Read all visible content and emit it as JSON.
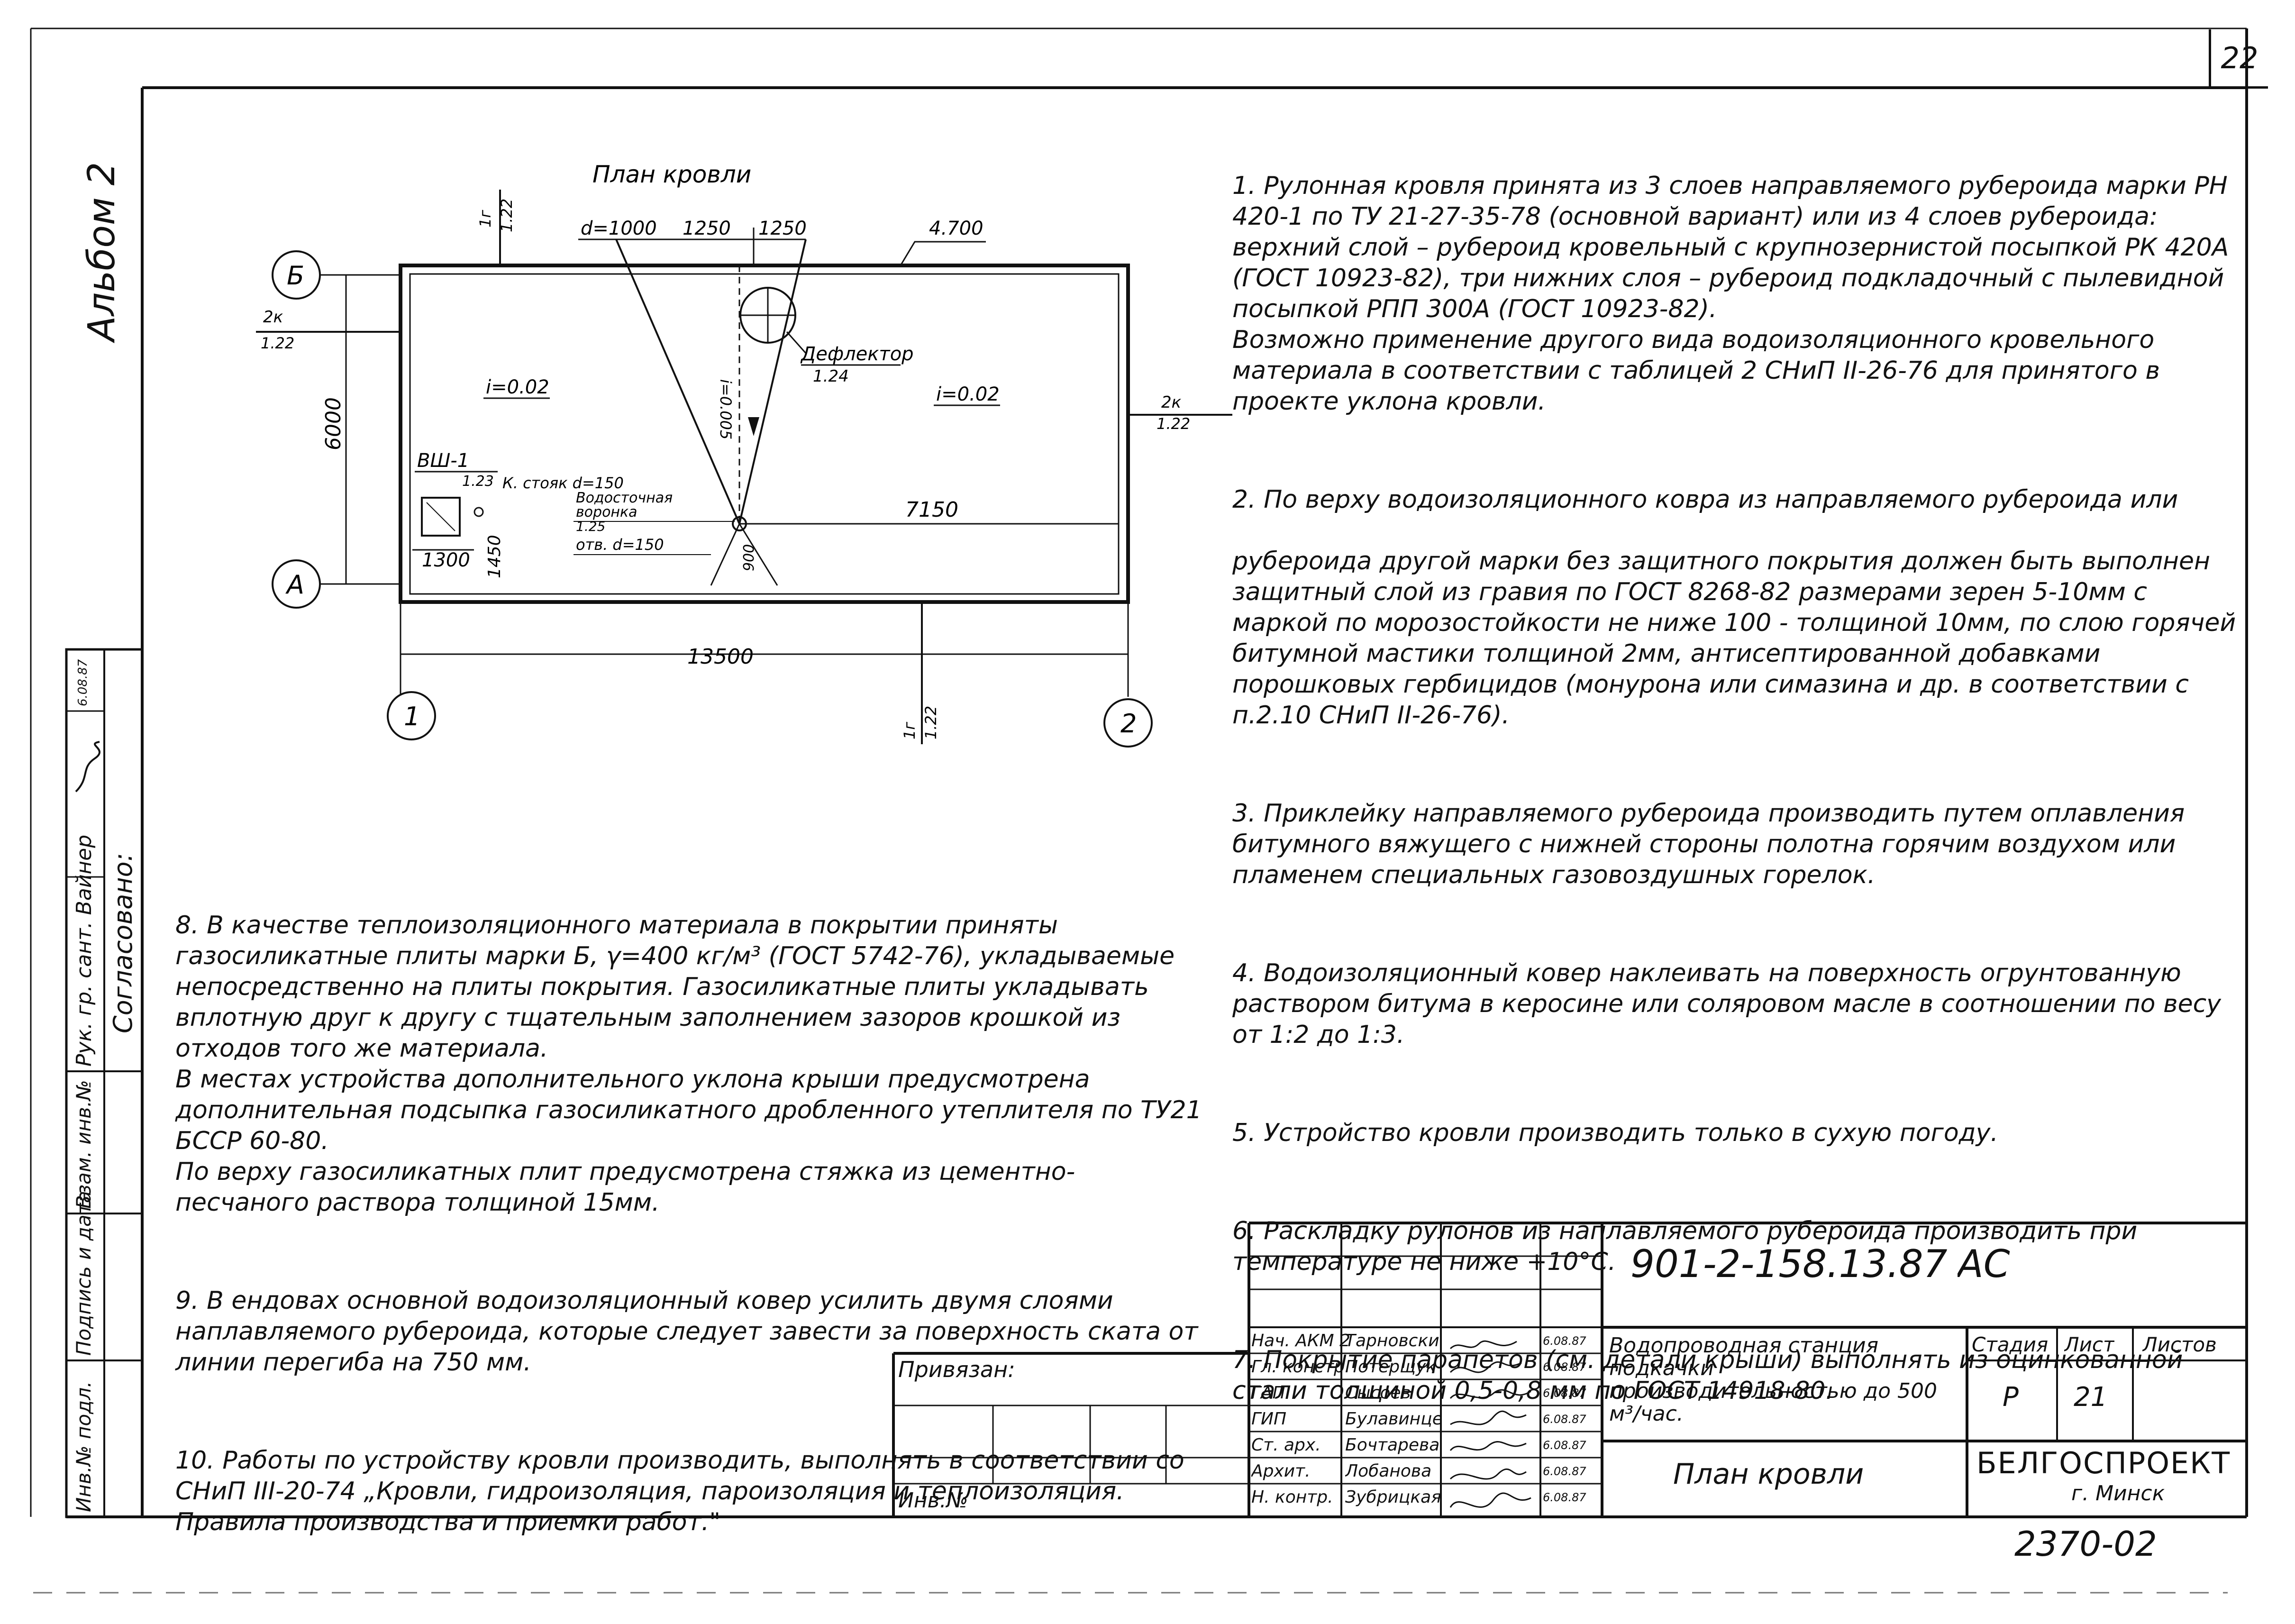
{
  "sheet_number": "22",
  "album_label": "Альбом 2",
  "plan": {
    "title": "План кровли",
    "axis_b": "Б",
    "axis_a": "А",
    "axis_1": "1",
    "axis_2": "2",
    "dim_d": "d=1000",
    "dim_1250a": "1250",
    "dim_1250b": "1250",
    "level": "4.700",
    "slope_left": "i=0.02",
    "slope_right": "i=0.02",
    "slope_mid": "i=0.005",
    "dim_6000": "6000",
    "dim_7150": "7150",
    "dim_13500": "13500",
    "dim_1300": "1300",
    "dim_1450": "1450",
    "dim_900": "900",
    "deflector_label": "Дефлектор",
    "deflector_ref": "1.24",
    "vsh_label": "ВШ-1",
    "vsh_ref": "1.23",
    "riser_label": "К. стояк d=150",
    "funnel_label1": "Водосточная",
    "funnel_label2": "воронка",
    "funnel_ref": "1.25",
    "hole_label": "отв. d=150",
    "mark_top_num": "1г",
    "mark_top_den": "1.22",
    "mark_left_num": "2к",
    "mark_left_den": "1.22",
    "mark_right_num": "2к",
    "mark_right_den": "1.22",
    "mark_bottom_num": "1г",
    "mark_bottom_den": "1.22"
  },
  "notes_right": [
    "1. Рулонная кровля принята из 3 слоев направляемого рубероида марки РН 420-1 по ТУ 21-27-35-78 (основной вариант) или из 4 слоев рубероида: верхний слой – рубероид кровельный с крупнозернистой посыпкой РК 420А (ГОСТ 10923-82), три нижних слоя – рубероид подкладочный с пылевидной посыпкой РПП 300А (ГОСТ 10923-82).\nВозможно применение другого вида водоизоляционного кровельного материала в соответствии с таблицей 2 СНиП II-26-76 для принятого в проекте уклона кровли.",
    "2. По верху водоизоляционного ковра из направляемого рубероида или\n\nрубероида другой марки без защитного покрытия должен быть выполнен защитный слой из гравия по ГОСТ 8268-82 размерами зерен 5-10мм с маркой по морозостойкости не ниже 100 - толщиной 10мм, по слою горячей битумной мастики толщиной 2мм, антисептированной добавками порошковых гербицидов (монурона или симазина и др. в соответствии с п.2.10 СНиП II-26-76).",
    "3. Приклейку направляемого рубероида производить путем оплавления битумного вяжущего с нижней стороны полотна горячим воздухом или пламенем специальных газовоздушных горелок.",
    "4. Водоизоляционный ковер наклеивать на поверхность огрунтованную раствором битума в керосине или соляровом масле в соотношении по весу от 1:2 до 1:3.",
    "5. Устройство кровли производить только в сухую погоду.",
    "6. Раскладку рулонов из наплавляемого рубероида производить при температуре не ниже +10°С.",
    "7. Покрытие парапетов (см. детали крыши) выполнять из оцинкованной стали толщиной 0,5-0,8 мм по ГОСТ 14918-80."
  ],
  "notes_left": [
    "8. В качестве теплоизоляционного материала в покрытии приняты газосиликатные плиты марки Б, γ=400 кг/м³ (ГОСТ 5742-76), укладываемые непосредственно на плиты покрытия. Газосиликатные плиты укладывать вплотную друг к другу с тщательным заполнением зазоров крошкой из отходов того же материала.\nВ местах устройства дополнительного уклона крыши предусмотрена дополнительная подсыпка газосиликатного дробленного утеплителя по ТУ21 БССР 60-80.\nПо верху газосиликатных плит предусмотрена стяжка из цементно-песчаного раствора толщиной 15мм.",
    "9. В ендовах основной водоизоляционный ковер усилить двумя слоями наплавляемого рубероида, которые следует завести за поверхность ската от линии перегиба на 750 мм.",
    "10. Работы по устройству кровли производить, выполнять в соответствии со СНиП III-20-74 „Кровли, гидроизоляция, пароизоляция и теплоизоляция. Правила производства и приемки работ.\""
  ],
  "side_stamp": {
    "soglasovano": "Согласовано:",
    "rk_gr": "Рук. гр. сант. Вайнер",
    "date": "6.08.87",
    "inv_podl": "Инв.№ подл.",
    "podp_data": "Подпись и дата",
    "vzam_inv": "Взам. инв.№"
  },
  "stamp": {
    "code": "901-2-158.13.87",
    "mark": "АС",
    "privyazan": "Привязан:",
    "inv_no": "Инв.№",
    "roles": [
      "Нач. АКМ 2",
      "Гл. констр.",
      "ГАП",
      "ГИП",
      "Ст. арх.",
      "Архит.",
      "Н. контр."
    ],
    "names": [
      "Тарновский",
      "Потерщук",
      "Сысоев",
      "Булавинцев",
      "Бочтарева",
      "Лобанова",
      "Зубрицкая"
    ],
    "dates": [
      "6.08.87",
      "6.08.87",
      "6.08.87",
      "6.08.87",
      "6.08.87",
      "6.08.87",
      "6.08.87"
    ],
    "object_title": "Водопроводная станция подкачки производительностью до 500 м³/час.",
    "stage_h": "Стадия",
    "sheet_h": "Лист",
    "sheets_h": "Листов",
    "stage": "Р",
    "sheet": "21",
    "sheets": "",
    "drawing_title": "План кровли",
    "org": "БЕЛГОСПРОЕКТ",
    "city": "г. Минск",
    "archive": "2370-02"
  }
}
